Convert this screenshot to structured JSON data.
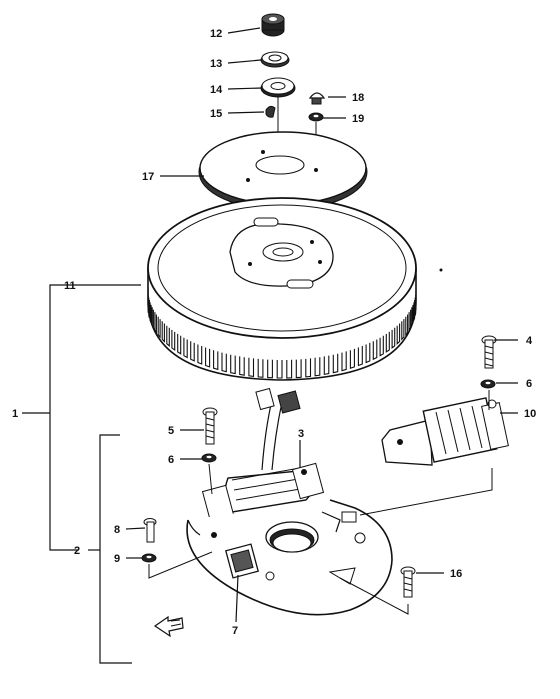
{
  "callouts": {
    "c1": "1",
    "c2": "2",
    "c3": "3",
    "c4": "4",
    "c5": "5",
    "c6a": "6",
    "c6b": "6",
    "c7": "7",
    "c8": "8",
    "c9": "9",
    "c10": "10",
    "c11": "11",
    "c12": "12",
    "c13": "13",
    "c14": "14",
    "c15": "15",
    "c16": "16",
    "c17": "17",
    "c18": "18",
    "c19": "19"
  }
}
